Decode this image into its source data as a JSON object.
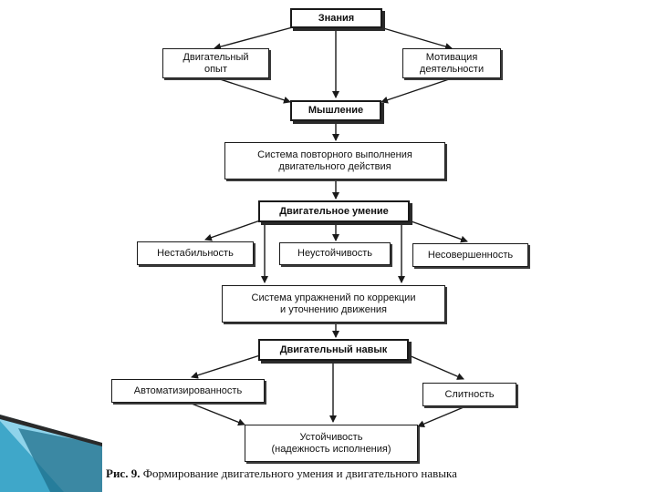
{
  "diagram": {
    "nodes": {
      "knowledge": "Знания",
      "motor_experience_l1": "Двигательный",
      "motor_experience_l2": "опыт",
      "motivation_l1": "Мотивация",
      "motivation_l2": "деятельности",
      "thinking": "Мышление",
      "repetition_l1": "Система повторного выполнения",
      "repetition_l2": "двигательного действия",
      "motor_ability": "Двигательное умение",
      "instability": "Нестабильность",
      "unsteadiness": "Неустойчивость",
      "imperfection": "Несовершенность",
      "exercises_l1": "Система упражнений по коррекции",
      "exercises_l2": "и уточнению движения",
      "motor_skill": "Двигательный навык",
      "automation": "Автоматизированность",
      "fluency": "Слитность",
      "stability_l1": "Устойчивость",
      "stability_l2": "(надежность исполнения)"
    },
    "caption_label": "Рис. 9.",
    "caption_text": "Формирование двигательного умения и двигательного навыка"
  },
  "colors": {
    "accent_dark": "#1f6f8b",
    "accent_mid": "#3fa7c9",
    "accent_light": "#8fd3ea",
    "line": "#1a1a1a"
  }
}
